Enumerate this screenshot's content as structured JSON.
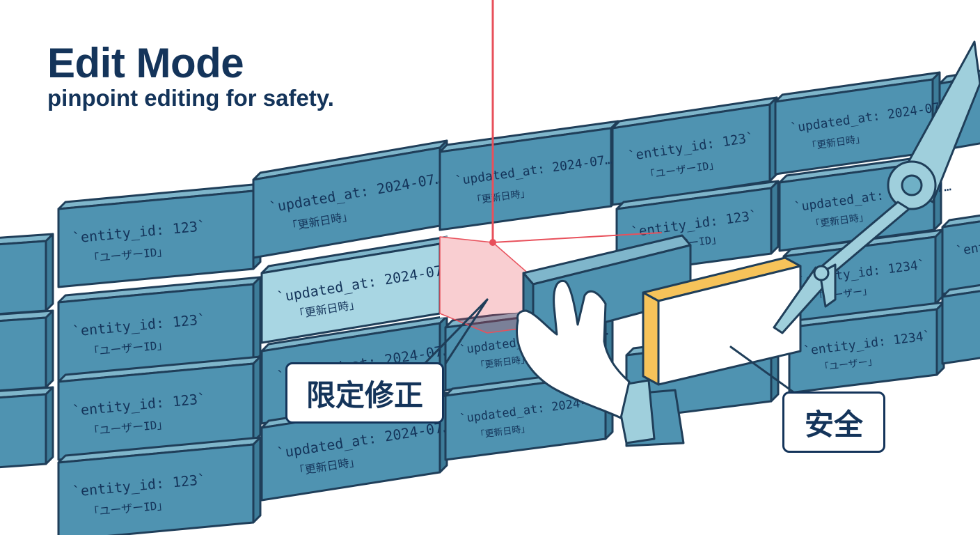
{
  "header": {
    "title": "Edit Mode",
    "subtitle": "pinpoint editing for safety."
  },
  "wall": {
    "entity_brick": {
      "line1": "`entity_id: 123`",
      "line2": "「ユーザーID」"
    },
    "updated_brick": {
      "line1": "`updated_at: 2024-07…",
      "line2": "「更新日時」"
    },
    "entity_1234_brick": {
      "line1": "`entity_id: 1234`",
      "line2": "「ユーザー」"
    },
    "partial_ent": "`ent"
  },
  "callouts": {
    "limited_fix": "限定修正",
    "safe": "安全"
  },
  "colors": {
    "brick_face": "#4f93b1",
    "brick_top": "#7fb6cb",
    "brick_side": "#3d7c99",
    "outline": "#1f3e59",
    "highlight_face": "#a8d6e3",
    "laser": "#e8505b",
    "new_brick_face": "#ffffff",
    "new_brick_edge": "#f6c35a",
    "arm": "#9fcfdc",
    "text_dark": "#14345a"
  }
}
